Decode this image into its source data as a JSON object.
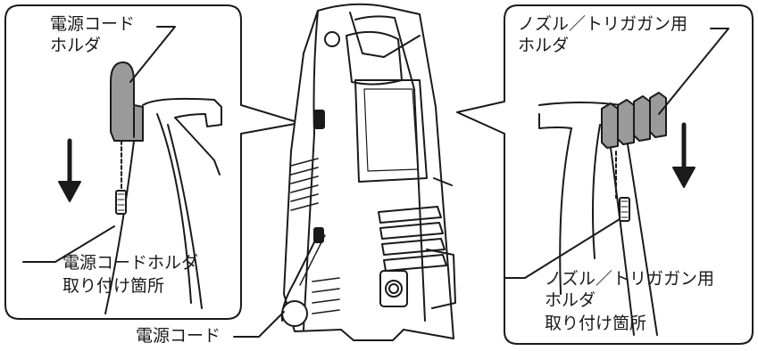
{
  "callouts": {
    "left_holder": {
      "line1": "電源コード",
      "line2": "ホルダ"
    },
    "left_mount": {
      "line1": "電源コードホルダ",
      "line2": "取り付け箇所"
    },
    "cord": {
      "text": "電源コード"
    },
    "right_holder": {
      "line1": "ノズル／トリガガン用",
      "line2": "ホルダ"
    },
    "right_mount": {
      "line1": "ノズル／トリガガン用",
      "line2": "ホルダ",
      "line3": "取り付け箇所"
    }
  },
  "colors": {
    "line": "#1a1a1a",
    "part_fill": "#9a9a9a",
    "background": "#ffffff"
  }
}
